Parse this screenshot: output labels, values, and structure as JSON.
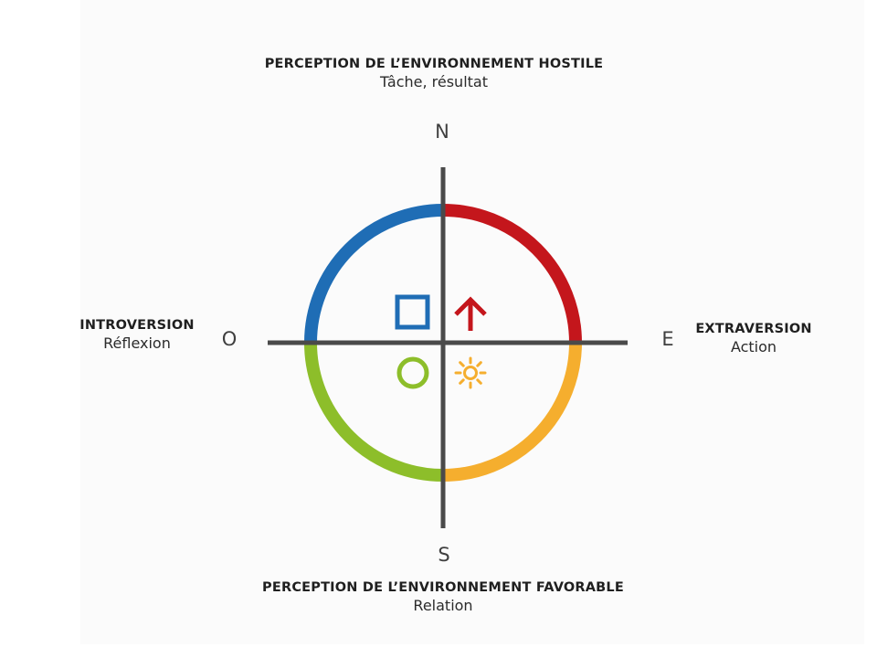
{
  "top": {
    "title": "PERCEPTION DE L’ENVIRONNEMENT HOSTILE",
    "subtitle": "Tâche, résultat"
  },
  "bottom": {
    "title": "PERCEPTION DE L’ENVIRONNEMENT FAVORABLE",
    "subtitle": "Relation"
  },
  "left": {
    "title": "INTROVERSION",
    "subtitle": "Réflexion"
  },
  "right": {
    "title": "EXTRAVERSION",
    "subtitle": "Action"
  },
  "compass": {
    "north": "N",
    "south": "S",
    "west": "O",
    "east": "E"
  },
  "quadrants": {
    "top_left": {
      "color": "#1f6db5",
      "icon": "square-icon"
    },
    "top_right": {
      "color": "#c4161c",
      "icon": "arrow-up-icon"
    },
    "bottom_left": {
      "color": "#8dbe2a",
      "icon": "circle-icon"
    },
    "bottom_right": {
      "color": "#f5ae2e",
      "icon": "sun-icon"
    }
  },
  "axis_color": "#4a4a4a"
}
